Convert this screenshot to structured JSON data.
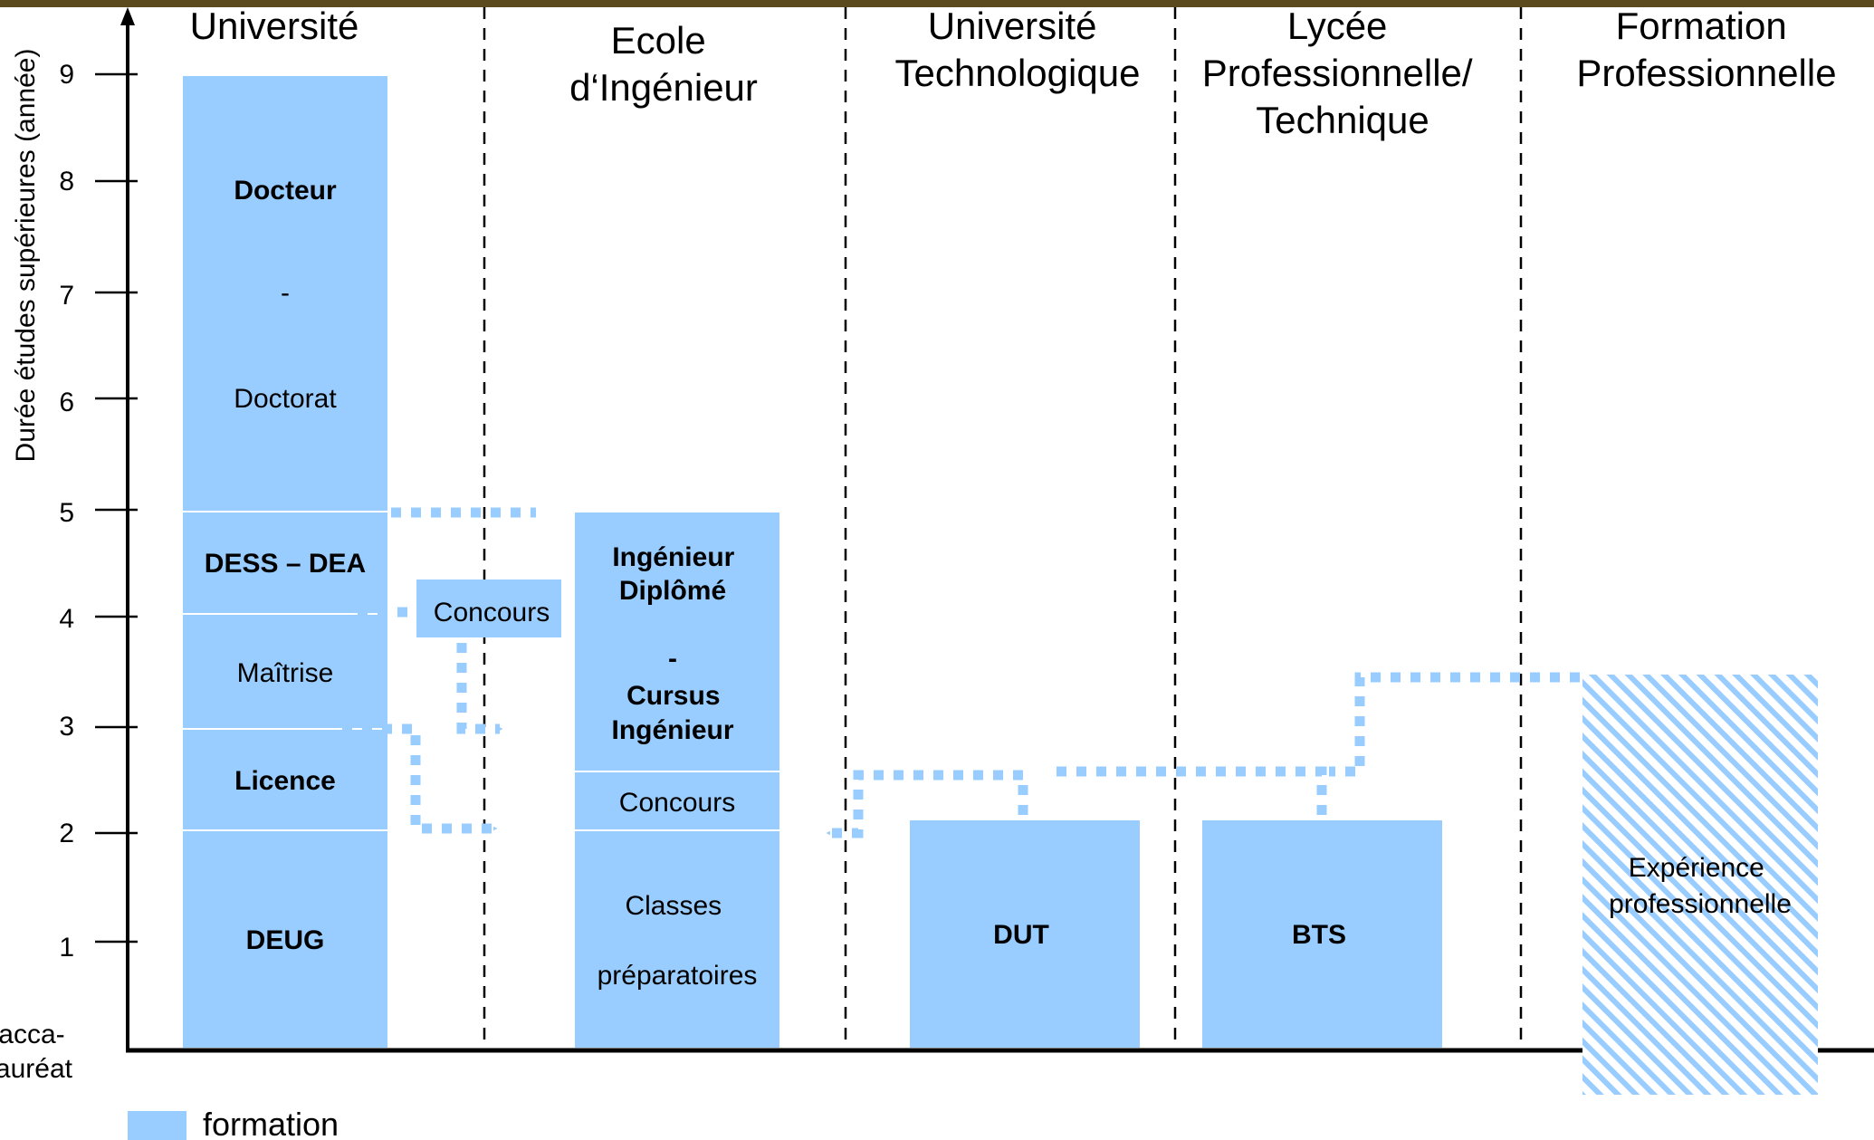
{
  "colors": {
    "block": "#99CCFF",
    "arrow": "#99CCFF",
    "axis": "#000000",
    "separator": "#000000",
    "background": "#FFFFFF",
    "top_border": "#5A4A1E"
  },
  "axis": {
    "label": "Durée études supérieures (année)",
    "ticks": [
      "1",
      "2",
      "3",
      "4",
      "5",
      "6",
      "7",
      "8",
      "9"
    ],
    "origin_label": [
      "Bacca-",
      "lauréat"
    ]
  },
  "columns": [
    {
      "title": [
        "Université"
      ]
    },
    {
      "title": [
        "Ecole",
        "d‘Ingénieur"
      ]
    },
    {
      "title": [
        "Université",
        "Technologique"
      ]
    },
    {
      "title": [
        "Lycée",
        "Professionnelle/",
        "Technique"
      ]
    },
    {
      "title": [
        "Formation",
        "Professionnelle"
      ]
    }
  ],
  "universite": {
    "docteur": "Docteur",
    "dash": "-",
    "doctorat": "Doctorat",
    "dess_dea": "DESS – DEA",
    "maitrise": "Maîtrise",
    "licence": "Licence",
    "deug": "DEUG"
  },
  "concours_box": "Concours",
  "ecole": {
    "ingenieur_diplome": [
      "Ingénieur",
      "Diplômé"
    ],
    "dash": "-",
    "cursus_ingenieur": [
      "Cursus",
      "Ingénieur"
    ],
    "concours": "Concours",
    "classes_preparatoires": [
      "Classes",
      "préparatoires"
    ]
  },
  "dut": "DUT",
  "bts": "BTS",
  "experience": [
    "Expérience",
    "professionnelle"
  ],
  "legend": {
    "label": "formation"
  }
}
